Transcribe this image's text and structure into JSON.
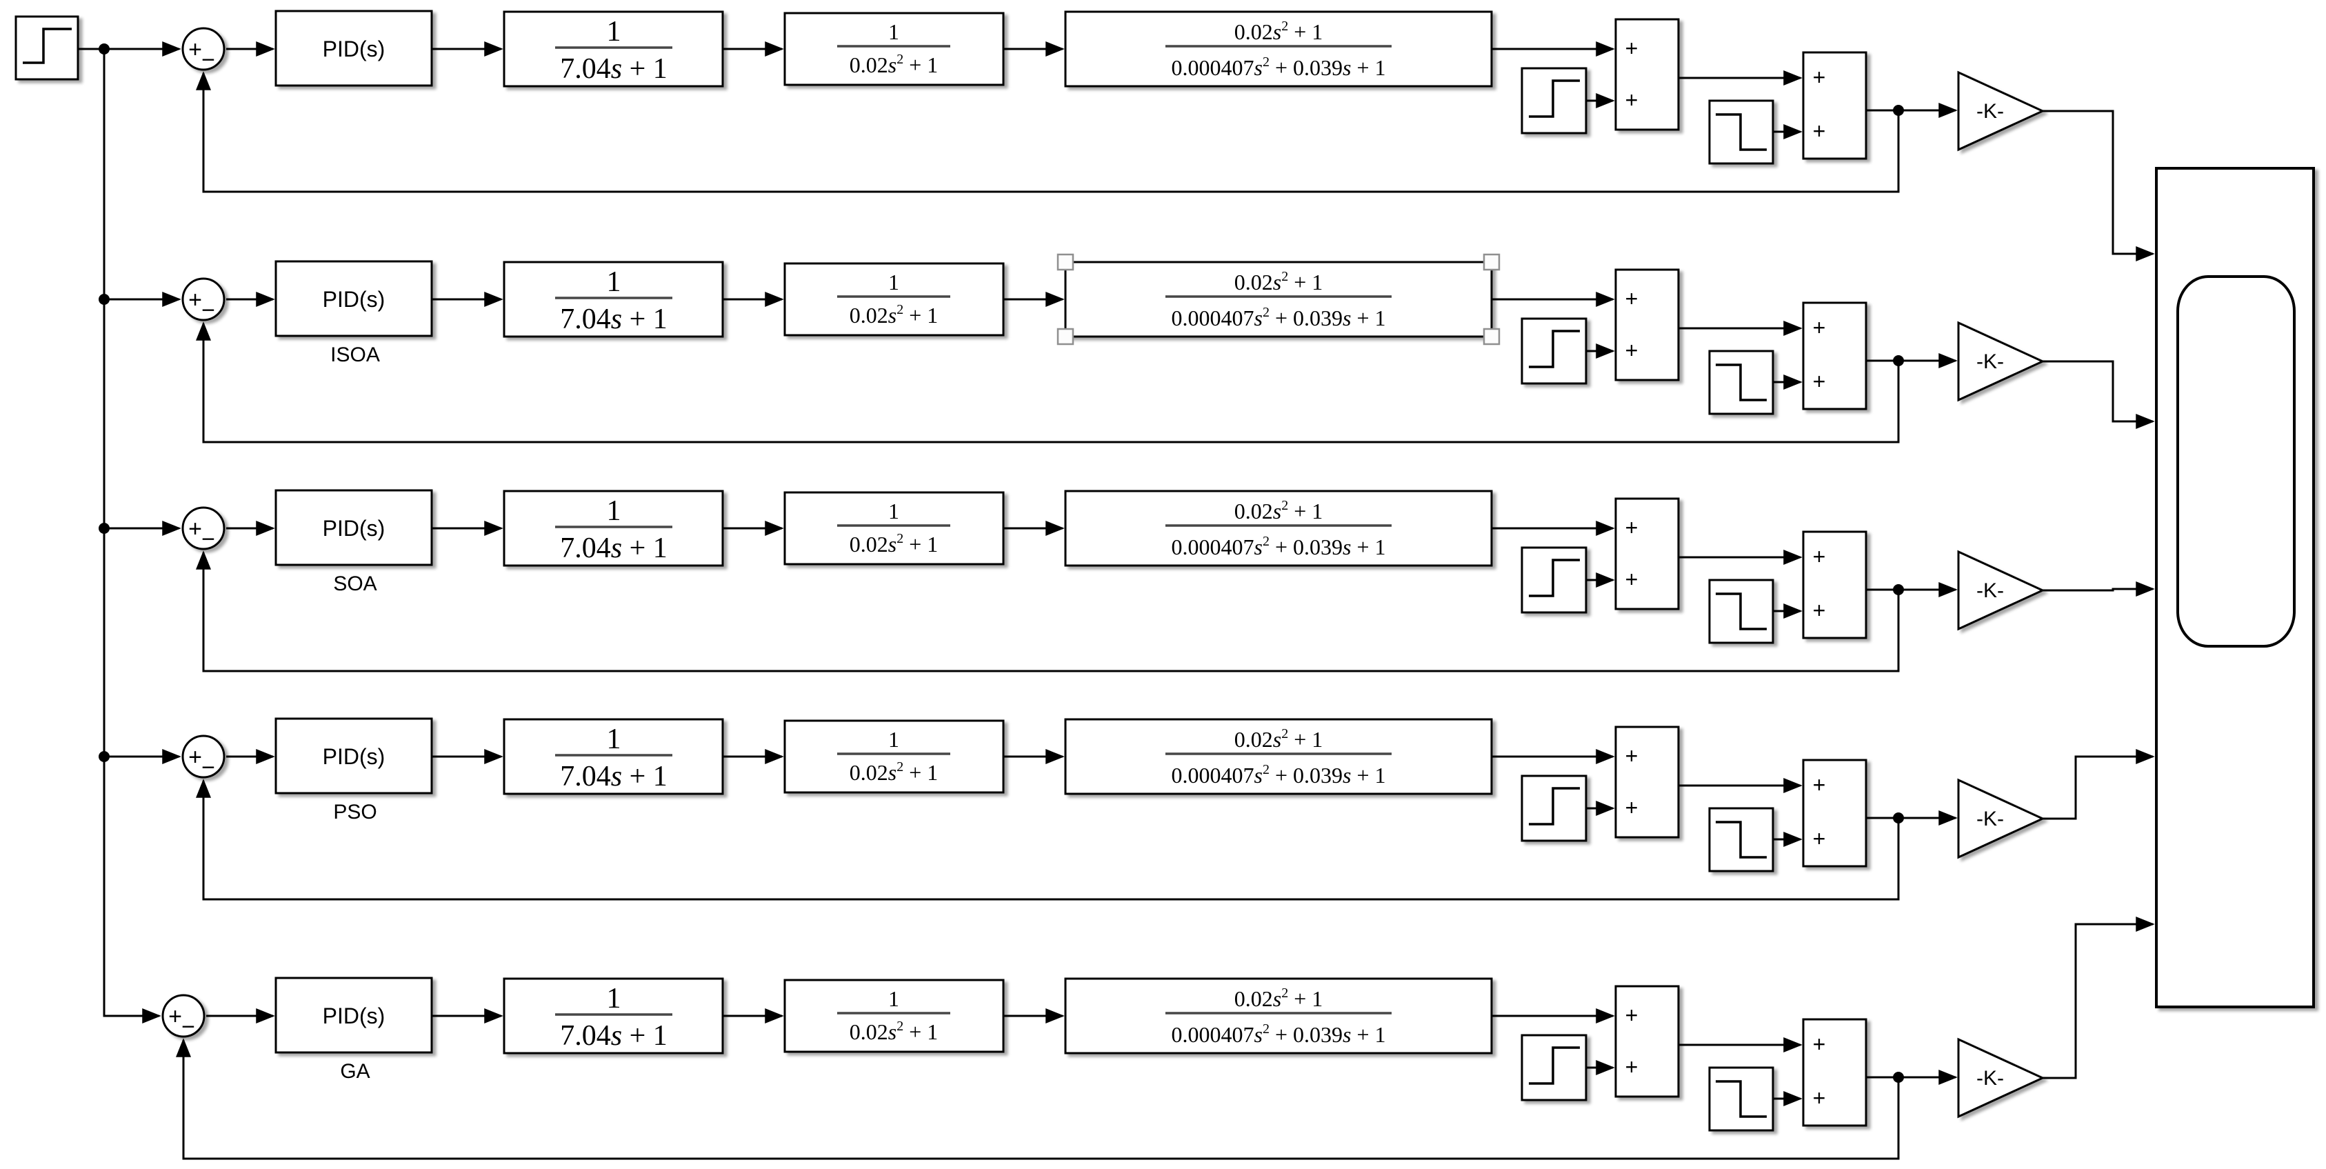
{
  "rows": [
    {
      "label": "",
      "tf3_selected": false
    },
    {
      "label": "ISOA",
      "tf3_selected": true
    },
    {
      "label": "SOA",
      "tf3_selected": false
    },
    {
      "label": "PSO",
      "tf3_selected": false
    },
    {
      "label": "GA",
      "tf3_selected": false
    }
  ],
  "blocks": {
    "pid": "PID(s)",
    "tf1": {
      "num": "1",
      "den_coef": "7.04",
      "den_var": "s",
      "den_rest": " + 1"
    },
    "tf2": {
      "num": "1",
      "den_coef": "0.02",
      "den_var": "s",
      "den_sup": "2",
      "den_rest": " + 1"
    },
    "tf3": {
      "num_coef": "0.02",
      "num_var": "s",
      "num_sup": "2",
      "num_rest": " + 1",
      "den_coef": "0.000407",
      "den_var": "s",
      "den_sup": "2",
      "den_mid": " + 0.039",
      "den_var2": "s",
      "den_rest": " + 1"
    },
    "gain": "-K-",
    "sum_plus": "+",
    "sum_minus": "−",
    "add_plus": "+"
  },
  "icons": {
    "source": "step-source-icon",
    "disturbance_up": "step-up-icon",
    "disturbance_down": "step-down-icon",
    "scope": "scope-display-icon"
  },
  "colors": {
    "line": "#000000",
    "block_fill": "#ffffff",
    "fraction_bar": "#474747",
    "selection_handle": "#8f8f8f",
    "background": "#ffffff"
  }
}
